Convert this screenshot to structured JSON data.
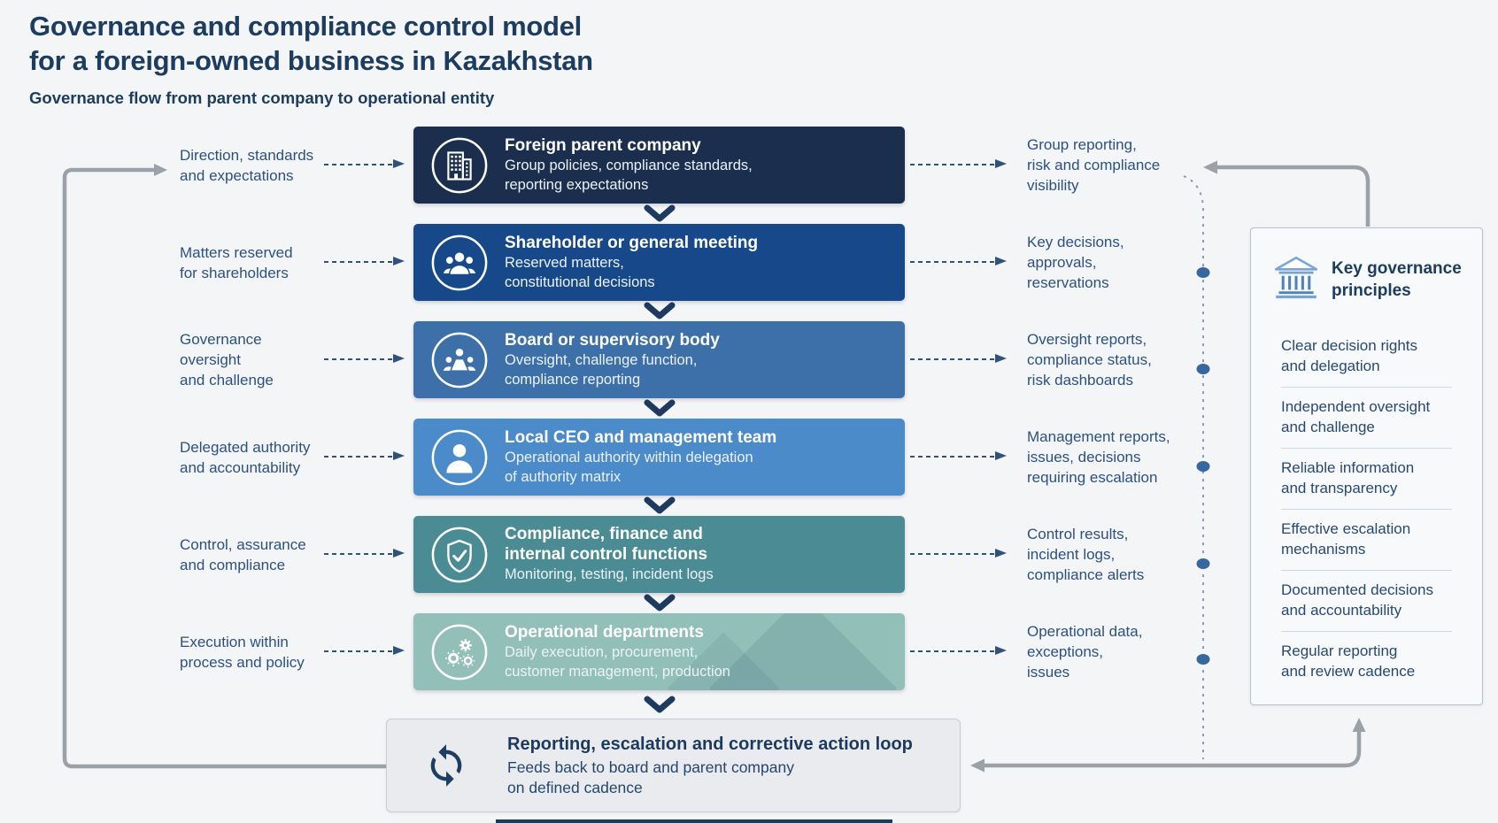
{
  "header": {
    "title": "Governance and compliance control model\nfor a foreign-owned business in Kazakhstan",
    "subtitle": "Governance flow from parent company to operational entity"
  },
  "colors": {
    "background": "#f4f5f7",
    "navy_text": "#1c3c60",
    "label_text": "#2c5180",
    "dashed_arrow": "#30517c",
    "gray_loop_line": "#9aa1a9",
    "escalation_dash_line": "#8b99ac",
    "escalation_dot": "#36689f",
    "chevron": "#1e3a5f",
    "loop_box_bg": "#e9ebef",
    "panel_bg": "#f7f9fb",
    "panel_border": "#b6c0cc",
    "bank_icon_light": "#79a5d4",
    "bank_icon_dark": "#4d83bb"
  },
  "levels": [
    {
      "icon": "building-icon",
      "title": "Foreign parent company",
      "description": "Group policies, compliance standards,\nreporting expectations",
      "input_label": "Direction, standards\nand expectations",
      "output_label": "Group reporting,\nrisk and compliance\nvisibility",
      "color": "#1b2e4e"
    },
    {
      "icon": "people-group-icon",
      "title": "Shareholder or general meeting",
      "description": "Reserved matters,\nconstitutional decisions",
      "input_label": "Matters reserved\nfor shareholders",
      "output_label": "Key decisions,\napprovals,\nreservations",
      "color": "#17498a"
    },
    {
      "icon": "board-members-icon",
      "title": "Board or supervisory body",
      "description": "Oversight, challenge function,\ncompliance reporting",
      "input_label": "Governance oversight\nand challenge",
      "output_label": "Oversight reports,\ncompliance status,\nrisk dashboards",
      "color": "#3d70a9"
    },
    {
      "icon": "person-icon",
      "title": "Local CEO and management team",
      "description": "Operational authority within delegation\nof authority matrix",
      "input_label": "Delegated authority\nand accountability",
      "output_label": "Management reports,\nissues, decisions\nrequiring escalation",
      "color": "#4c8bca"
    },
    {
      "icon": "shield-check-icon",
      "title": "Compliance, finance and\ninternal control functions",
      "description": "Monitoring, testing, incident logs",
      "input_label": "Control, assurance\nand compliance",
      "output_label": "Control results,\nincident logs,\ncompliance alerts",
      "color": "#4b8c94"
    },
    {
      "icon": "gears-icon",
      "title": "Operational departments",
      "description": "Daily execution, procurement,\ncustomer management, production",
      "input_label": "Execution within\nprocess and policy",
      "output_label": "Operational data,\nexceptions,\nissues",
      "color": "#92bfb7"
    }
  ],
  "loop_box": {
    "icon": "cycle-arrows-icon",
    "title": "Reporting, escalation and corrective action loop",
    "description": "Feeds back to board and parent company\non defined cadence"
  },
  "principles": {
    "icon": "bank-icon",
    "title": "Key governance\nprinciples",
    "items": [
      "Clear decision rights\nand delegation",
      "Independent oversight\nand challenge",
      "Reliable information\nand transparency",
      "Effective escalation\nmechanisms",
      "Documented decisions\nand accountability",
      "Regular reporting\nand review cadence"
    ]
  }
}
